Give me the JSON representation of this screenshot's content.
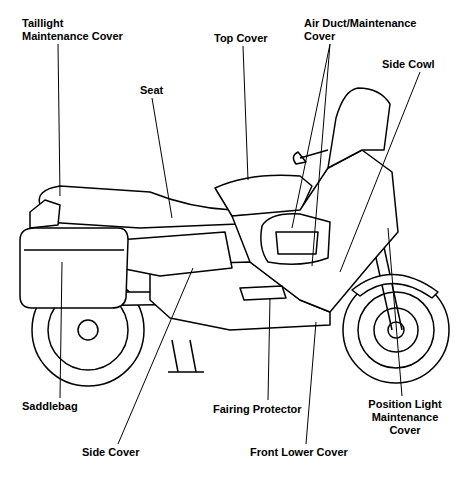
{
  "diagram": {
    "labels": [
      "Taillight Maintenance Cover",
      "Top Cover",
      "Air Duct/Maintenance Cover",
      "Side Cowl",
      "Seat",
      "Saddlebag",
      "Fairing Protector",
      "Position Light Maintenance Cover",
      "Side Cover",
      "Front Lower Cover"
    ]
  }
}
